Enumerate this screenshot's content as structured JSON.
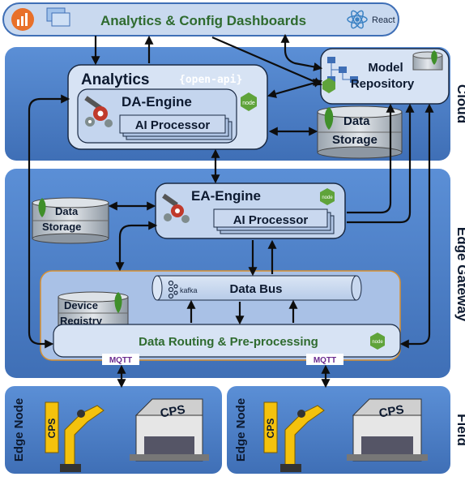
{
  "header": {
    "title": "Analytics & Config Dashboards",
    "react_label": "React"
  },
  "cloud": {
    "zone_label": "Cloud",
    "analytics_title": "Analytics",
    "openapi_label": "{open-api}",
    "da_engine": "DA-Engine",
    "ai_processor_da": "AI Processor",
    "model_repo_line1": "Model",
    "model_repo_line2": "Repository",
    "data_storage_line1": "Data",
    "data_storage_line2": "Storage"
  },
  "edge": {
    "zone_label": "Edge Gateway",
    "ea_engine": "EA-Engine",
    "ai_processor_ea": "AI Processor",
    "data_storage_line1": "Data",
    "data_storage_line2": "Storage",
    "kafka_label": "kafka",
    "data_bus": "Data Bus",
    "device_registry_line1": "Device",
    "device_registry_line2": "Registry",
    "routing": "Data Routing & Pre-processing",
    "mqtt_left": "MQTT",
    "mqtt_right": "MQTT"
  },
  "field": {
    "zone_label": "Field",
    "edge_node_left": "Edge Node",
    "edge_node_right": "Edge Node",
    "cps_robot_left": "CPS",
    "cps_machine_left": "CPS",
    "cps_robot_right": "CPS",
    "cps_machine_right": "CPS"
  },
  "badges": {
    "node": "node"
  },
  "colors": {
    "zone_blue": "#4a7ec9",
    "panel_light": "#d7e3f4",
    "header_fill": "#c9d9ef",
    "title_green": "#2f6b2f",
    "outline_dark": "#1a2a44",
    "disk_gray": "#b8c0c8",
    "node_green": "#5fa33a",
    "mongo_green": "#3f8f2a",
    "robot_yellow": "#f4c20d",
    "data_bus_border": "#d9902f"
  }
}
